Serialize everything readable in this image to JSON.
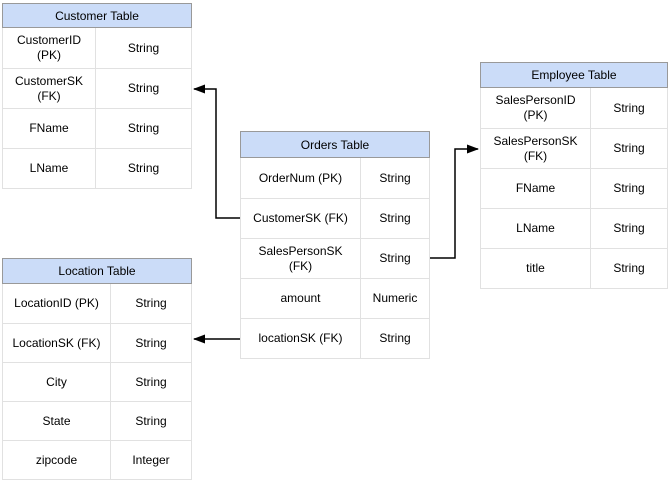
{
  "diagram": {
    "type": "entity-relationship-diagram",
    "background_color": "#ffffff",
    "header_fill_color": "#cbdcf8",
    "header_border_color": "#999999",
    "row_border_color": "#e1e1e1",
    "text_color": "#000000",
    "arrow_color": "#000000"
  },
  "tables": {
    "customer": {
      "title": "Customer Table",
      "rows": [
        {
          "field": "CustomerID (PK)",
          "type": "String"
        },
        {
          "field": "CustomerSK\n(FK)",
          "type": "String"
        },
        {
          "field": "FName",
          "type": "String"
        },
        {
          "field": "LName",
          "type": "String"
        }
      ]
    },
    "orders": {
      "title": "Orders Table",
      "rows": [
        {
          "field": "OrderNum (PK)",
          "type": "String"
        },
        {
          "field": "CustomerSK (FK)",
          "type": "String"
        },
        {
          "field": "SalesPersonSK\n(FK)",
          "type": "String"
        },
        {
          "field": "amount",
          "type": "Numeric"
        },
        {
          "field": "locationSK (FK)",
          "type": "String"
        }
      ]
    },
    "employee": {
      "title": "Employee Table",
      "rows": [
        {
          "field": "SalesPersonID (PK)",
          "type": "String"
        },
        {
          "field": "SalesPersonSK\n(FK)",
          "type": "String"
        },
        {
          "field": "FName",
          "type": "String"
        },
        {
          "field": "LName",
          "type": "String"
        },
        {
          "field": "title",
          "type": "String"
        }
      ]
    },
    "location": {
      "title": "Location Table",
      "rows": [
        {
          "field": "LocationID (PK)",
          "type": "String"
        },
        {
          "field": "LocationSK (FK)",
          "type": "String"
        },
        {
          "field": "City",
          "type": "String"
        },
        {
          "field": "State",
          "type": "String"
        },
        {
          "field": "zipcode",
          "type": "Integer"
        }
      ]
    }
  },
  "relationships": [
    {
      "from": "Orders Table.CustomerSK (FK)",
      "to": "Customer Table.CustomerSK (FK)"
    },
    {
      "from": "Orders Table.SalesPersonSK (FK)",
      "to": "Employee Table.SalesPersonSK (FK)"
    },
    {
      "from": "Orders Table.locationSK (FK)",
      "to": "Location Table.LocationSK (FK)"
    }
  ]
}
